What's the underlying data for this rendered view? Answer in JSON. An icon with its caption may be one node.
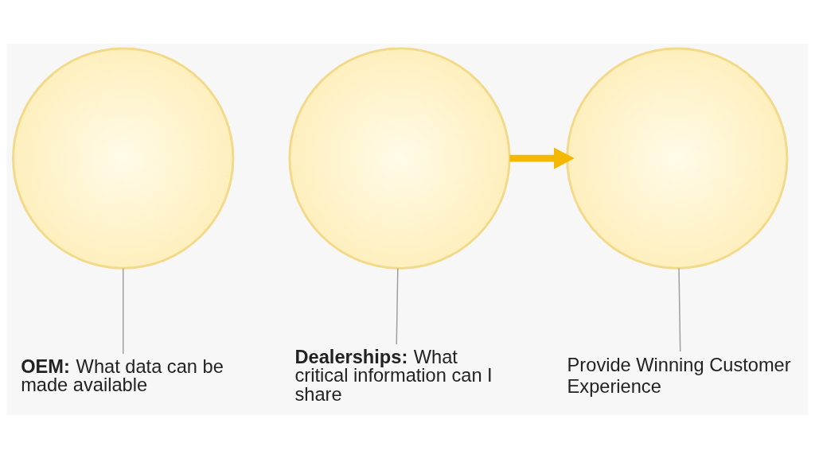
{
  "diagram": {
    "nodes": [
      {
        "text": [],
        "shape": "circle"
      },
      {
        "text": [],
        "shape": "circle"
      },
      {
        "text": [],
        "shape": "circle"
      },
      {
        "text": [
          "**OEM:** What data can be made available"
        ]
      },
      {
        "text": [
          "**Dealerships:** What critical information can I share"
        ]
      },
      {
        "text": [
          "Provide Winning Customer Experience"
        ]
      }
    ],
    "edges": [
      {
        "from": 1,
        "to": 2,
        "arrow": "to",
        "style": "thick",
        "color": "#f5b800"
      },
      {
        "from": 3,
        "to": 0,
        "arrow": "none"
      },
      {
        "from": 4,
        "to": 1,
        "arrow": "none"
      },
      {
        "from": 5,
        "to": 2,
        "arrow": "none"
      }
    ]
  }
}
